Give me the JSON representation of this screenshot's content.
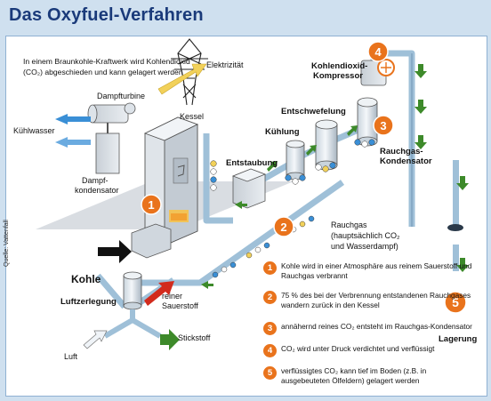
{
  "title": "Das Oxyfuel-Verfahren",
  "intro": "In einem Braunkohle-Kraftwerk wird Kohlendioxid (CO₂) abgeschieden und kann gelagert werden",
  "source": "Quelle: Vattenfall",
  "labels": {
    "elektrizitaet": "Elektrizität",
    "dampfturbine": "Dampfturbine",
    "kessel": "Kessel",
    "kuehlwasser": "Kühlwasser",
    "dampfkondensator_1": "Dampf-",
    "dampfkondensator_2": "kondensator",
    "entstaubung": "Entstaubung",
    "kuehlung": "Kühlung",
    "entschwefelung": "Entschwefelung",
    "kompressor_1": "Kohlendioxid-",
    "kompressor_2": "Kompressor",
    "rauchgaskondensator_1": "Rauchgas-",
    "rauchgaskondensator_2": "Kondensator",
    "rauchgas_1": "Rauchgas",
    "rauchgas_2": "(hauptsächlich CO₂",
    "rauchgas_3": "und Wasserdampf)",
    "kohle": "Kohle",
    "luftzerlegung": "Luftzerlegung",
    "reiner_1": "reiner",
    "reiner_2": "Sauerstoff",
    "stickstoff": "Stickstoff",
    "luft": "Luft",
    "lagerung": "Lagerung"
  },
  "markers": [
    "1",
    "2",
    "3",
    "4",
    "5"
  ],
  "legend": [
    {
      "num": "1",
      "text": "Kohle wird in einer Atmosphäre aus reinem Sauerstoff und Rauchgas verbrannt"
    },
    {
      "num": "2",
      "text": "75 % des bei der Verbrennung entstandenen Rauchgases wandern zurück in den Kessel"
    },
    {
      "num": "3",
      "text": "annähernd reines CO₂ entsteht im Rauchgas-Kondensator"
    },
    {
      "num": "4",
      "text": "CO₂ wird unter Druck verdichtet und verflüssigt"
    },
    {
      "num": "5",
      "text": "verflüssigtes CO₂ kann tief im Boden (z.B. in ausgebeuteten Ölfeldern) gelagert werden"
    }
  ],
  "colors": {
    "marker": "#e9731c",
    "pipe": "#9fc0d8",
    "pipe_dark": "#6f94b3",
    "arrow_green": "#3d8a2a",
    "arrow_blue": "#3a8fd6",
    "title": "#1a3a7a",
    "frame": "#cfe0ef"
  }
}
